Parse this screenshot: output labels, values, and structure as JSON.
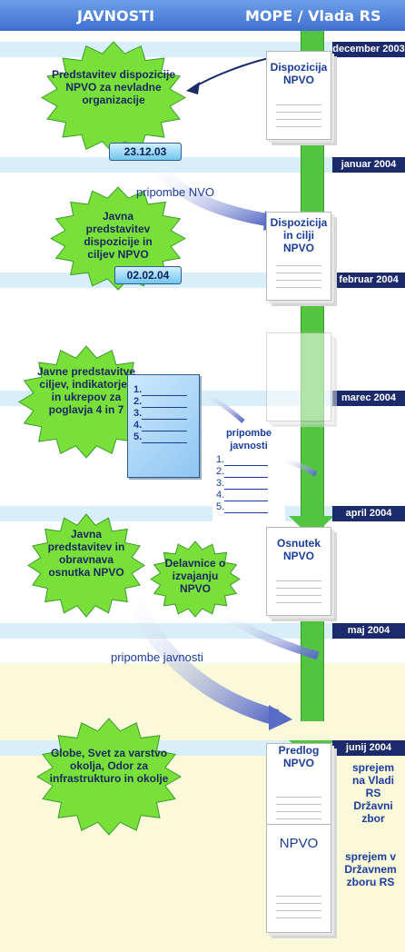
{
  "header": {
    "left": "JAVNOSTI",
    "right": "MOPE / Vlada RS"
  },
  "months": [
    "december 2003",
    "januar 2004",
    "februar 2004",
    "marec 2004",
    "april 2004",
    "maj 2004",
    "junij 2004"
  ],
  "documents": {
    "doc1": "Dispozicija NPVO",
    "doc2": "Dispozicija in cilji NPVO",
    "doc3": "Osnutek NPVO",
    "doc4": "Predlog NPVO",
    "doc5": "NPVO"
  },
  "stars": {
    "s1": "Predstavitev dispozicije NPVO za nevladne organizacije",
    "s2": "Javna predstavitev dispozicije in ciljev NPVO",
    "s3": "Javne predstavitve ciljev, indikatorjev in ukrepov za poglavja 4 in 7",
    "s4": "Javna predstavitev in obravnava osnutka NPVO",
    "s5": "Delavnice o izvajanju NPVO",
    "s6": "Globe, Svet za varstvo okolja, Odor za infrastrukturo in okolje"
  },
  "dates": {
    "d1": "23.12.03",
    "d2": "02.02.04"
  },
  "arrow_labels": {
    "nvo": "pripombe NVO",
    "javnosti": "pripombe javnosti"
  },
  "list": {
    "title": "pripombe javnosti",
    "items": [
      "1.",
      "2.",
      "3.",
      "4.",
      "5."
    ]
  },
  "side_labels": {
    "vlada": "sprejem na Vladi RS",
    "dz": "Državni zbor",
    "dz_sprejem": "sprejem v Državnem zboru RS"
  },
  "colors": {
    "header": "#4f82dc",
    "band": "#d8eef8",
    "month": "#1b2a6b",
    "timeline": "#52c43f",
    "star": "#78e038",
    "final_arrow": "#e06a1a"
  }
}
